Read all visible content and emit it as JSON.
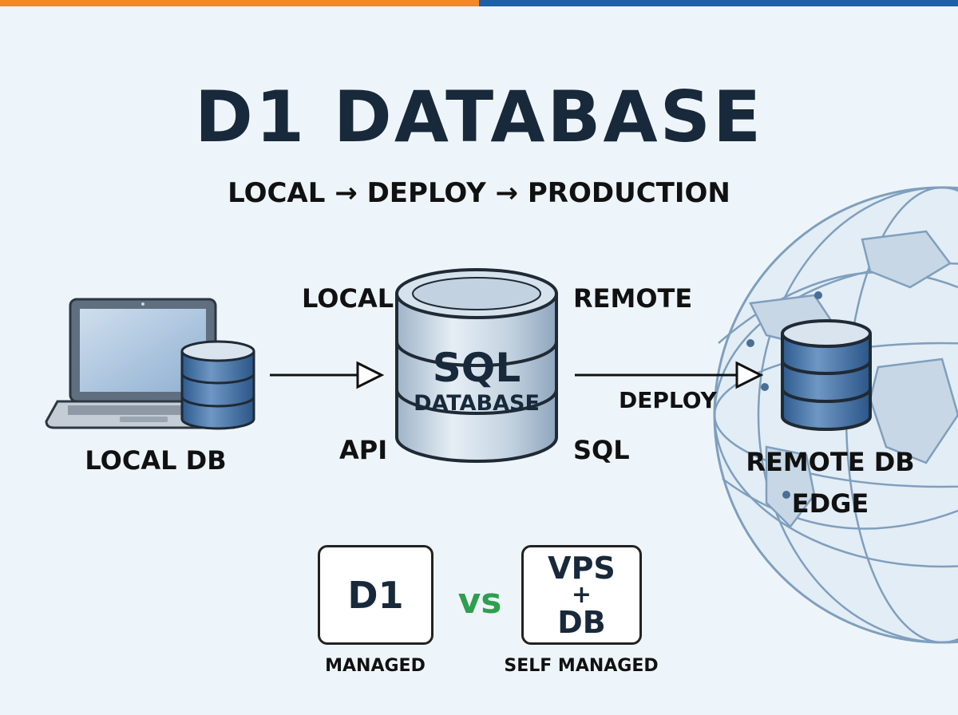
{
  "title": "D1 DATABASE",
  "subtitle": "LOCAL → DEPLOY → PRODUCTION",
  "nodes": {
    "local": {
      "label": "LOCAL DB"
    },
    "center": {
      "line1": "SQL",
      "line2": "DATABASE"
    },
    "remote": {
      "line1": "REMOTE DB",
      "line2": "EDGE"
    }
  },
  "edge_labels": {
    "local": "LOCAL",
    "api": "API",
    "remote": "REMOTE",
    "sql": "SQL",
    "deploy": "DEPLOY"
  },
  "comparison": {
    "left": {
      "text": "D1",
      "caption": "MANAGED"
    },
    "vs": "vs",
    "right": {
      "line1": "VPS",
      "line2": "+",
      "line3": "DB",
      "caption": "SELF MANAGED"
    }
  },
  "colors": {
    "accent_orange": "#f08a24",
    "accent_blue": "#1f5fa8",
    "vs_green": "#2e9e4f"
  }
}
